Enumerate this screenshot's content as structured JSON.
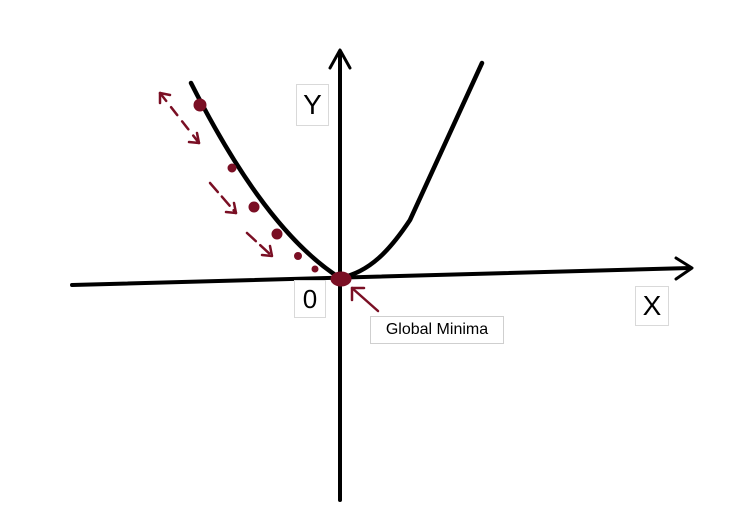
{
  "axes": {
    "y_label": "Y",
    "x_label": "X",
    "origin_label": "0"
  },
  "annotation": {
    "text": "Global Minima"
  },
  "colors": {
    "axis": "#000000",
    "curve": "#000000",
    "steps": "#7a0f24"
  }
}
